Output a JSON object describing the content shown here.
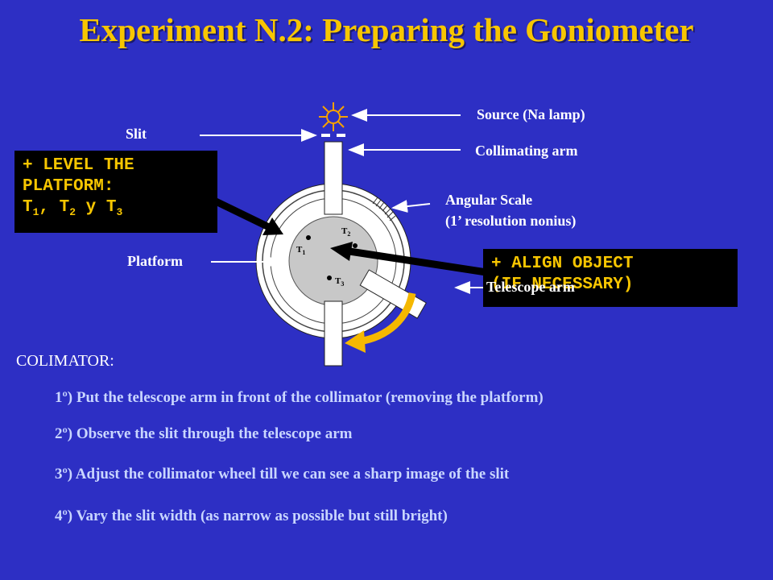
{
  "title": "Experiment N.2: Preparing the Goniometer",
  "labels": {
    "slit": "Slit",
    "source": "Source (Na lamp)",
    "collimating_arm": "Collimating arm",
    "angular_scale_1": "Angular Scale",
    "angular_scale_2": "(1’ resolution nonius)",
    "platform": "Platform",
    "telescope_arm": "Telescope arm"
  },
  "boxes": {
    "level_line1": "+ LEVEL THE",
    "level_line2": "PLATFORM:",
    "level_t": "T",
    "level_sub1": "1",
    "level_sep1": ", T",
    "level_sub2": "2",
    "level_sep2": " y T",
    "level_sub3": "3",
    "align_line1": "+ ALIGN OBJECT",
    "align_line2": "(IF NECESSARY)"
  },
  "points": {
    "t1": "T",
    "t1_sub": "1",
    "t2": "T",
    "t2_sub": "2",
    "t3": "T",
    "t3_sub": "3"
  },
  "section_heading": "COLIMATOR:",
  "steps": [
    "1º) Put the telescope arm in front of the collimator (removing the platform)",
    "2º) Observe the slit through the telescope arm",
    "3º) Adjust the collimator wheel till we can see a sharp image of the slit",
    "4º) Vary the slit width (as narrow as possible but still bright)"
  ],
  "colors": {
    "background": "#2d2fc4",
    "title": "#f7c600",
    "box_text": "#f7c600",
    "steps": "#c9d6ff",
    "rotation_arrow": "#f5b800"
  }
}
